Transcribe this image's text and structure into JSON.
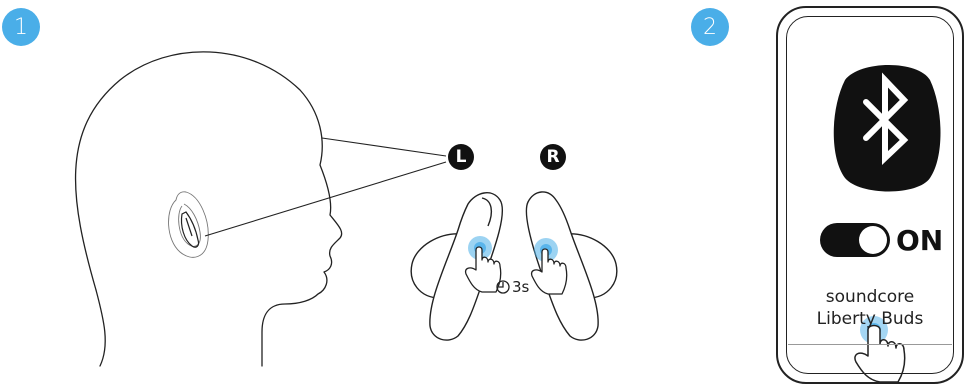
{
  "steps": [
    {
      "number": "1"
    },
    {
      "number": "2"
    }
  ],
  "earbuds": {
    "left_label": "L",
    "right_label": "R",
    "hold_duration": "3s"
  },
  "phone": {
    "toggle_state_label": "ON",
    "device_name_line1": "soundcore",
    "device_name_line2": "Liberty Buds"
  },
  "colors": {
    "accent": "#4aaee8",
    "ink": "#111111"
  },
  "icons": [
    "bluetooth-icon",
    "clock-icon",
    "tap-hand-icon",
    "toggle-switch-icon"
  ]
}
